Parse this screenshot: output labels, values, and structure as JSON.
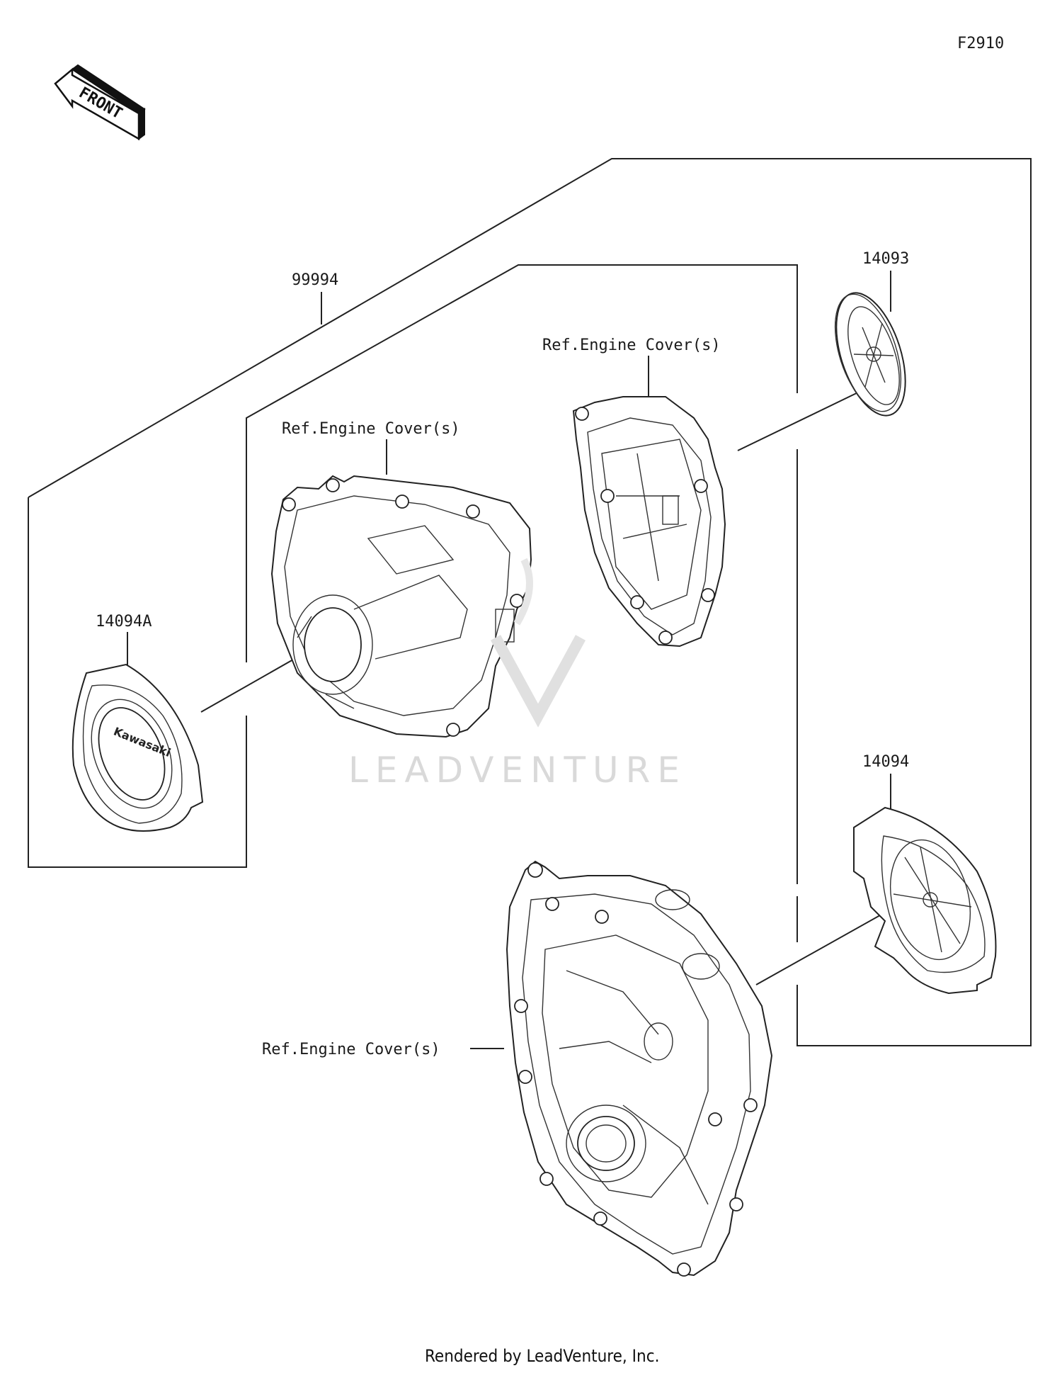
{
  "diagram_id": "F2910",
  "front_label": "FRONT",
  "parts": {
    "kit": "99994",
    "cover_14093": "14093",
    "cover_14094A": "14094A",
    "cover_14094": "14094"
  },
  "refs": {
    "ref_1": "Ref.Engine Cover(s)",
    "ref_2": "Ref.Engine Cover(s)",
    "ref_3": "Ref.Engine Cover(s)"
  },
  "badge_text": "Kawasaki",
  "watermark": "LEADVENTURE",
  "footer": "Rendered by LeadVenture, Inc."
}
